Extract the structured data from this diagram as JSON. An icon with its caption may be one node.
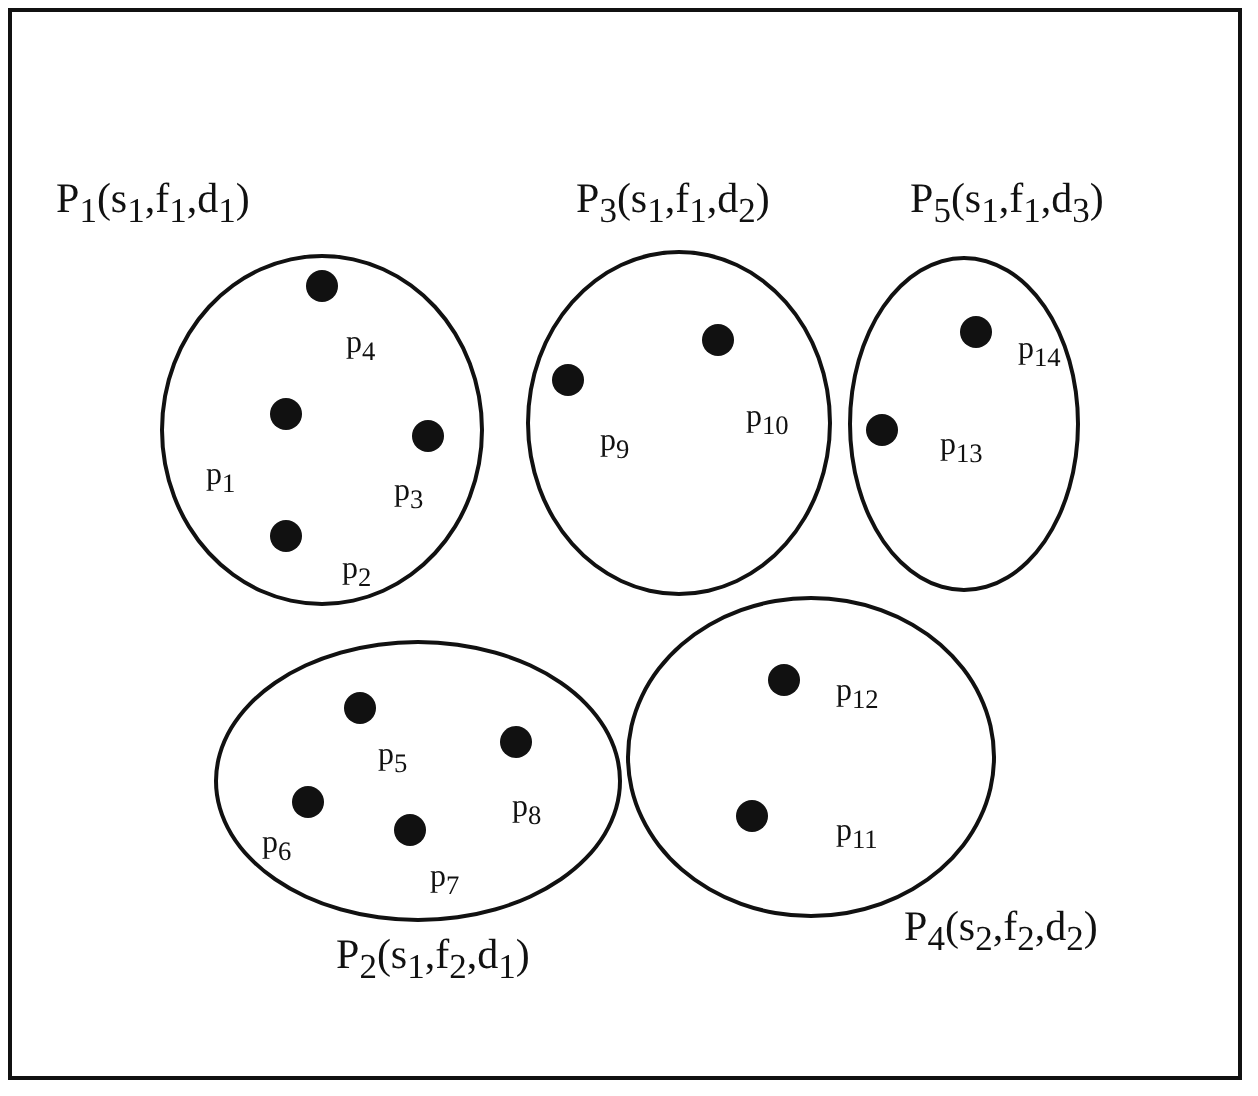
{
  "diagram": {
    "nodes": [
      {
        "text": [
          "P$_{1}$(s$_{1}$,f$_{1}$,d$_{1}$)"
        ]
      },
      {
        "text": [],
        "shape": "circle",
        "beside": [
          "p$_{4}$"
        ],
        "in": 0
      },
      {
        "text": [],
        "shape": "circle",
        "beside": [
          "p$_{1}$"
        ],
        "in": 0
      },
      {
        "text": [],
        "shape": "circle",
        "beside": [
          "p$_{3}$"
        ],
        "in": 0
      },
      {
        "text": [],
        "shape": "circle",
        "beside": [
          "p$_{2}$"
        ],
        "in": 0
      },
      {
        "text": [
          "P$_{3}$(s$_{1}$,f$_{1}$,d$_{2}$)"
        ]
      },
      {
        "text": [],
        "shape": "circle",
        "beside": [
          "p$_{9}$"
        ],
        "in": 5
      },
      {
        "text": [],
        "shape": "circle",
        "beside": [
          "p$_{10}$"
        ],
        "in": 5
      },
      {
        "text": [
          "P$_{5}$(s$_{1}$,f$_{1}$,d$_{3}$)"
        ]
      },
      {
        "text": [],
        "shape": "circle",
        "beside": [
          "p$_{14}$"
        ],
        "in": 8
      },
      {
        "text": [],
        "shape": "circle",
        "beside": [
          "p$_{13}$"
        ],
        "in": 8
      },
      {
        "text": [
          "P$_{2}$(s$_{1}$,f$_{2}$,d$_{1}$)"
        ]
      },
      {
        "text": [],
        "shape": "circle",
        "beside": [
          "p$_{5}$"
        ],
        "in": 11
      },
      {
        "text": [],
        "shape": "circle",
        "beside": [
          "p$_{8}$"
        ],
        "in": 11
      },
      {
        "text": [],
        "shape": "circle",
        "beside": [
          "p$_{6}$"
        ],
        "in": 11
      },
      {
        "text": [],
        "shape": "circle",
        "beside": [
          "p$_{7}$"
        ],
        "in": 11
      },
      {
        "text": [
          "P$_{4}$(s$_{2}$,f$_{2}$,d$_{2}$)"
        ]
      },
      {
        "text": [],
        "shape": "circle",
        "beside": [
          "p$_{12}$"
        ],
        "in": 16
      },
      {
        "text": [],
        "shape": "circle",
        "beside": [
          "p$_{11}$"
        ],
        "in": 16
      }
    ]
  }
}
